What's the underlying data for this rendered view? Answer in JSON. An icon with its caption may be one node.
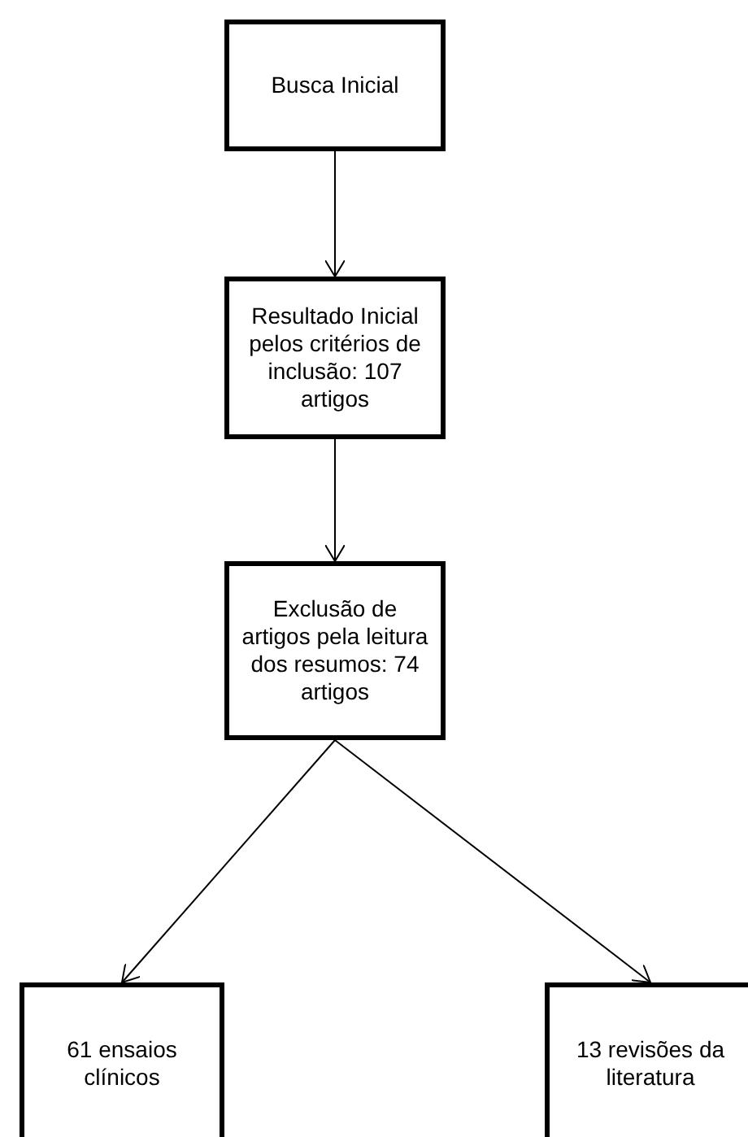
{
  "diagram": {
    "nodes": [
      {
        "text": [
          "Busca Inicial"
        ]
      },
      {
        "text": [
          "Resultado Inicial pelos critérios de inclusão: 107 artigos"
        ]
      },
      {
        "text": [
          "Exclusão de artigos pela leitura dos resumos: 74 artigos"
        ]
      },
      {
        "text": [
          "61 ensaios clínicos"
        ]
      },
      {
        "text": [
          "13 revisões da literatura"
        ]
      }
    ],
    "edges": [
      {
        "from": 0,
        "to": 1,
        "arrow": "to"
      },
      {
        "from": 1,
        "to": 2,
        "arrow": "to"
      },
      {
        "from": 2,
        "to": 3,
        "arrow": "to"
      },
      {
        "from": 2,
        "to": 4,
        "arrow": "to"
      }
    ]
  }
}
